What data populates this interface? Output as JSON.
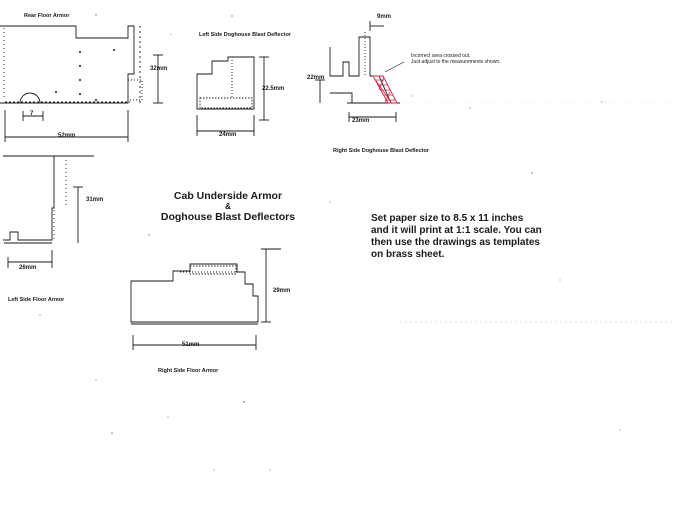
{
  "parts": {
    "rear_floor": {
      "label": "Rear Floor Armor",
      "dim_height": "32mm",
      "dim_width": "52mm",
      "dim_notch": "7"
    },
    "left_doghouse": {
      "label": "Left Side Doghouse Blast Deflector",
      "dim_height": "22.5mm",
      "dim_width": "24mm"
    },
    "right_doghouse": {
      "label": "Right Side Doghouse Blast Deflector",
      "dim_top": "9mm",
      "dim_height": "22mm",
      "dim_width": "23mm",
      "note_line1": "Incorrect area crossed out.",
      "note_line2": "Just adjust to the measurements shown."
    },
    "left_floor": {
      "label": "Left Side Floor Armor",
      "dim_height": "31mm",
      "dim_width": "26mm"
    },
    "right_floor": {
      "label": "Right Side Floor Armor",
      "dim_height": "29mm",
      "dim_width": "51mm"
    }
  },
  "title": {
    "line1": "Cab Underside Armor",
    "line2": "&",
    "line3": "Doghouse Blast Deflectors"
  },
  "instructions": {
    "line1": "Set paper size to 8.5 x 11 inches",
    "line2": "and it will print at 1:1 scale. You can",
    "line3": "then use the drawings as templates",
    "line4": "on brass sheet."
  },
  "colors": {
    "ink": "#1a1a1a",
    "title_ink": "#2a2a2a",
    "crossout": "#d0244a"
  }
}
